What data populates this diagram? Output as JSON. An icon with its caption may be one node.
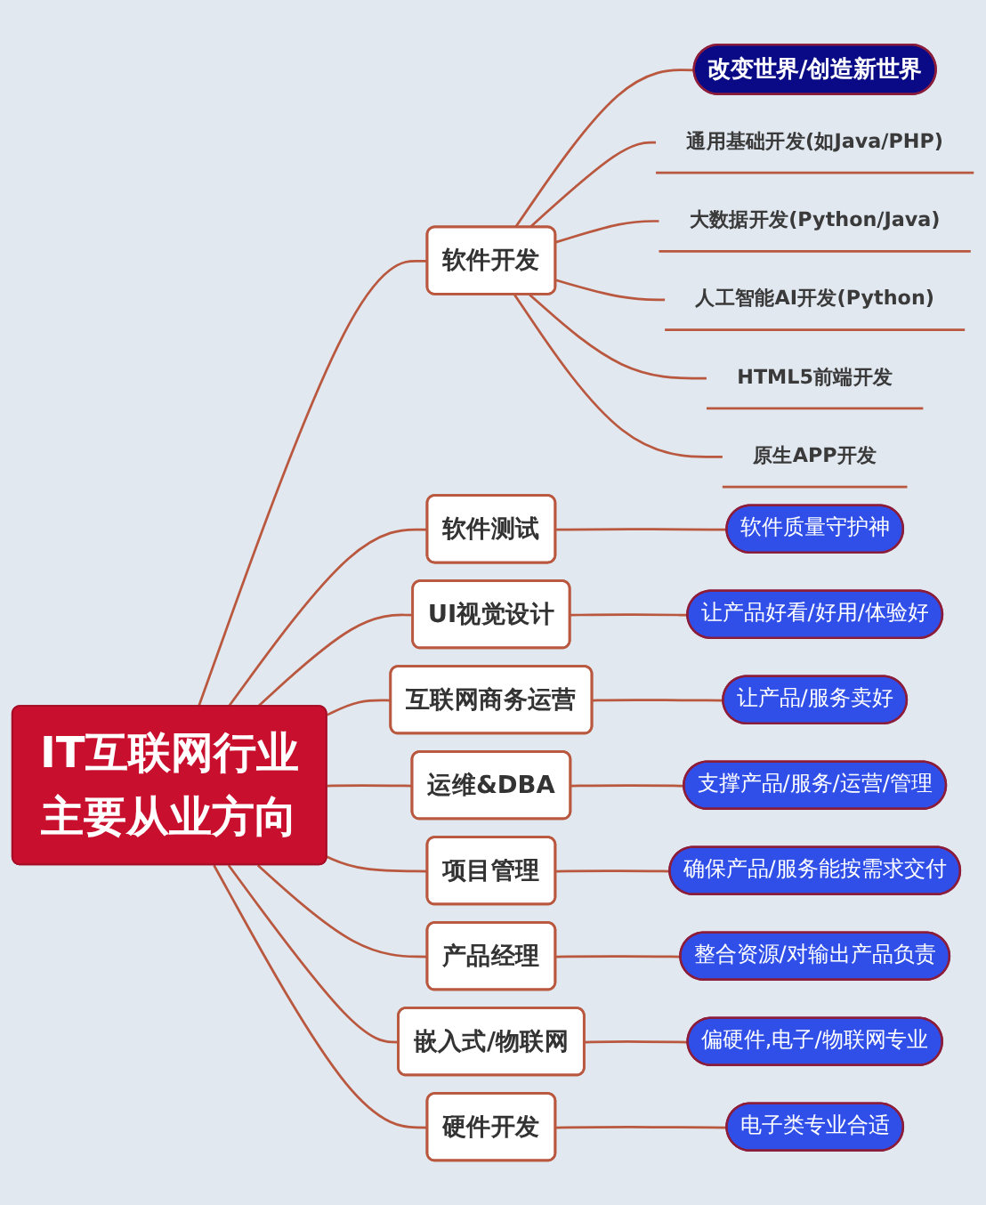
{
  "diagram": {
    "nodes": [
      {
        "text": [
          "IT互联网行业主要从业方向"
        ]
      },
      {
        "text": [
          "软件开发"
        ]
      },
      {
        "text": [
          "改变世界/创造新世界"
        ]
      },
      {
        "text": [
          "通用基础开发(如Java/PHP)"
        ]
      },
      {
        "text": [
          "大数据开发(Python/Java)"
        ]
      },
      {
        "text": [
          "人工智能AI开发(Python)"
        ]
      },
      {
        "text": [
          "HTML5前端开发"
        ]
      },
      {
        "text": [
          "原生APP开发"
        ]
      },
      {
        "text": [
          "软件测试"
        ]
      },
      {
        "text": [
          "软件质量守护神"
        ]
      },
      {
        "text": [
          "UI视觉设计"
        ]
      },
      {
        "text": [
          "让产品好看/好用/体验好"
        ]
      },
      {
        "text": [
          "互联网商务运营"
        ]
      },
      {
        "text": [
          "让产品/服务卖好"
        ]
      },
      {
        "text": [
          "运维&DBA"
        ]
      },
      {
        "text": [
          "支撑产品/服务/运营/管理"
        ]
      },
      {
        "text": [
          "项目管理"
        ]
      },
      {
        "text": [
          "确保产品/服务能按需求交付"
        ]
      },
      {
        "text": [
          "产品经理"
        ]
      },
      {
        "text": [
          "整合资源/对输出产品负责"
        ]
      },
      {
        "text": [
          "嵌入式/物联网"
        ]
      },
      {
        "text": [
          "偏硬件,电子/物联网专业"
        ]
      },
      {
        "text": [
          "硬件开发"
        ]
      },
      {
        "text": [
          "电子类专业合适"
        ]
      }
    ],
    "edges": [
      {
        "from": 0,
        "to": 1,
        "arrow": "none"
      },
      {
        "from": 1,
        "to": 2,
        "arrow": "none"
      },
      {
        "from": 1,
        "to": 3,
        "arrow": "none"
      },
      {
        "from": 1,
        "to": 4,
        "arrow": "none"
      },
      {
        "from": 1,
        "to": 5,
        "arrow": "none"
      },
      {
        "from": 1,
        "to": 6,
        "arrow": "none"
      },
      {
        "from": 1,
        "to": 7,
        "arrow": "none"
      },
      {
        "from": 0,
        "to": 8,
        "arrow": "none"
      },
      {
        "from": 8,
        "to": 9,
        "arrow": "none"
      },
      {
        "from": 0,
        "to": 10,
        "arrow": "none"
      },
      {
        "from": 10,
        "to": 11,
        "arrow": "none"
      },
      {
        "from": 0,
        "to": 12,
        "arrow": "none"
      },
      {
        "from": 12,
        "to": 13,
        "arrow": "none"
      },
      {
        "from": 0,
        "to": 14,
        "arrow": "none"
      },
      {
        "from": 14,
        "to": 15,
        "arrow": "none"
      },
      {
        "from": 0,
        "to": 16,
        "arrow": "none"
      },
      {
        "from": 16,
        "to": 17,
        "arrow": "none"
      },
      {
        "from": 0,
        "to": 18,
        "arrow": "none"
      },
      {
        "from": 18,
        "to": 19,
        "arrow": "none"
      },
      {
        "from": 0,
        "to": 20,
        "arrow": "none"
      },
      {
        "from": 20,
        "to": 21,
        "arrow": "none"
      },
      {
        "from": 0,
        "to": 22,
        "arrow": "none"
      },
      {
        "from": 22,
        "to": 23,
        "arrow": "none"
      }
    ]
  }
}
